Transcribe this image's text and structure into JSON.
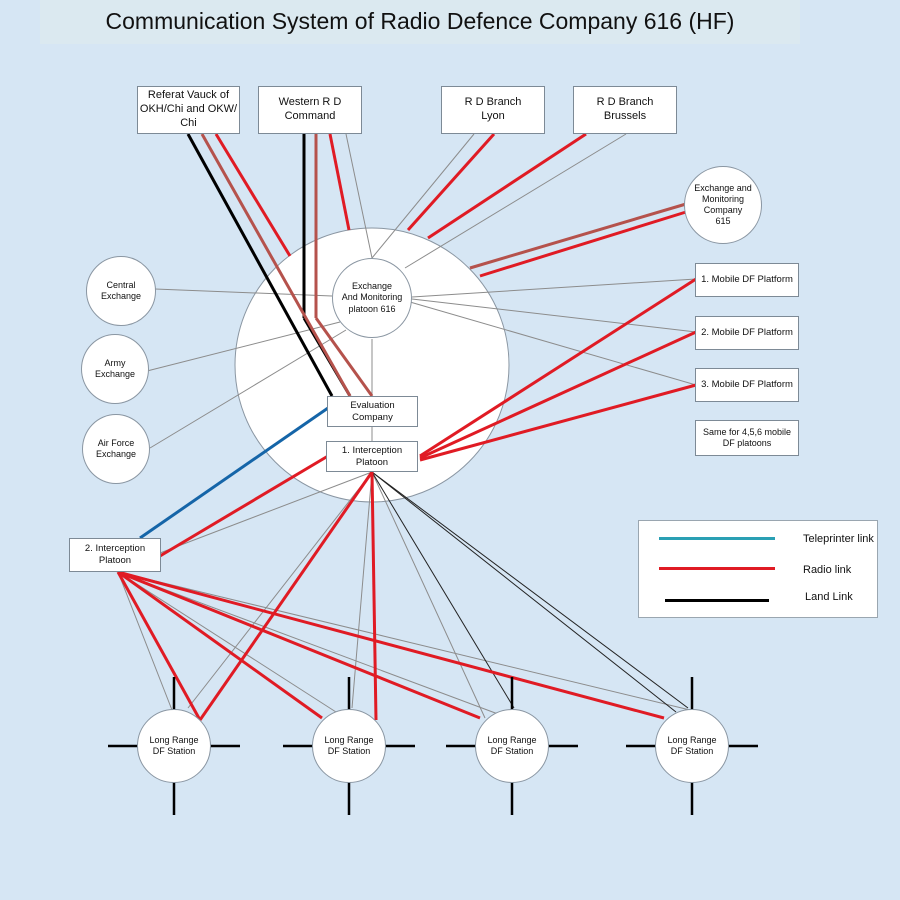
{
  "title": "Communication System of Radio Defence Company 616 (HF)",
  "colors": {
    "radio": "#e01b24",
    "land": "#000000",
    "teleprinter": "#1565a8",
    "legend_teleprinter": "#2aa0b4",
    "brown": "#b5524c",
    "thin": "#8c8c8c"
  },
  "nodes": {
    "referat": "Referat Vauck of\nOKH/Chi and OKW/\nChi",
    "western": "Western R D\nCommand",
    "lyon": "R D Branch\nLyon",
    "brussels": "R D Branch\nBrussels",
    "company615": "Exchange and\nMonitoring\nCompany\n615",
    "central": "Central\nExchange",
    "army": "Army\nExchange",
    "airforce": "Air Force\nExchange",
    "platoon616": "Exchange\nAnd Monitoring\nplatoon 616",
    "evaluation": "Evaluation\nCompany",
    "interception1": "1. Interception\nPlatoon",
    "interception2": "2. Interception\nPlatoon",
    "mobile1": "1. Mobile DF Platform",
    "mobile2": "2. Mobile DF Platform",
    "mobile3": "3. Mobile DF Platform",
    "mobile_more": "Same for 4,5,6 mobile\nDF platoons",
    "df_station_label": "Long Range\nDF Station"
  },
  "legend": {
    "teleprinter": "Teleprinter link",
    "radio": "Radio link",
    "land": "Land Link"
  }
}
